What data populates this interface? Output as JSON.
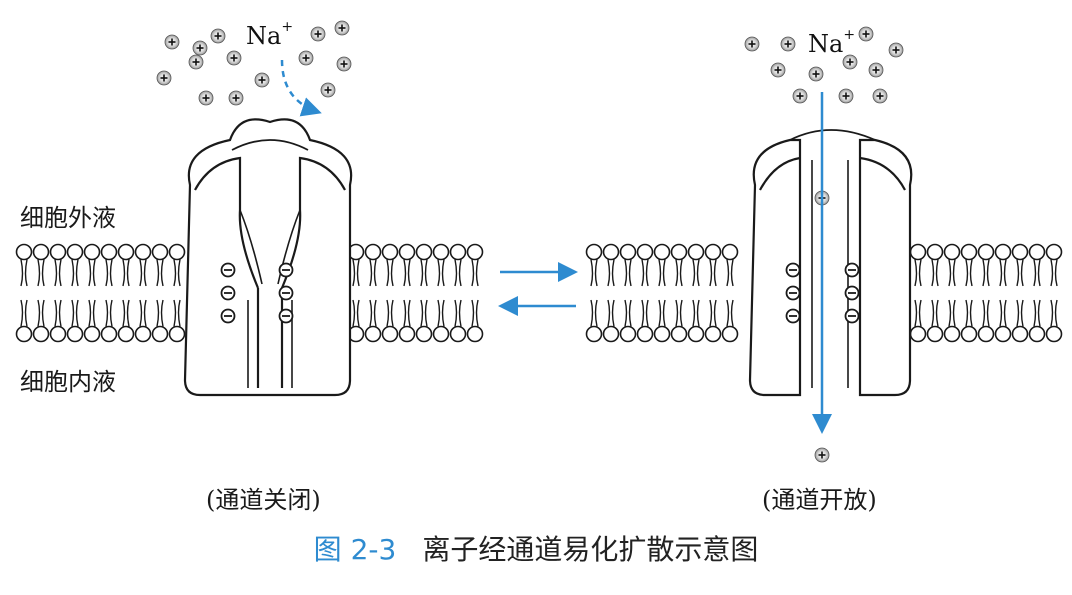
{
  "labels": {
    "extracellular": "细胞外液",
    "intracellular": "细胞内液",
    "left_state": "(通道关闭)",
    "right_state": "(通道开放)",
    "ion_left": "Na",
    "ion_right": "Na",
    "ion_charge": "+"
  },
  "caption": {
    "number": "图 2-3",
    "text": "离子经通道易化扩散示意图"
  },
  "colors": {
    "arrow_blue": "#2e8bd0",
    "ink": "#1a1a1a"
  }
}
